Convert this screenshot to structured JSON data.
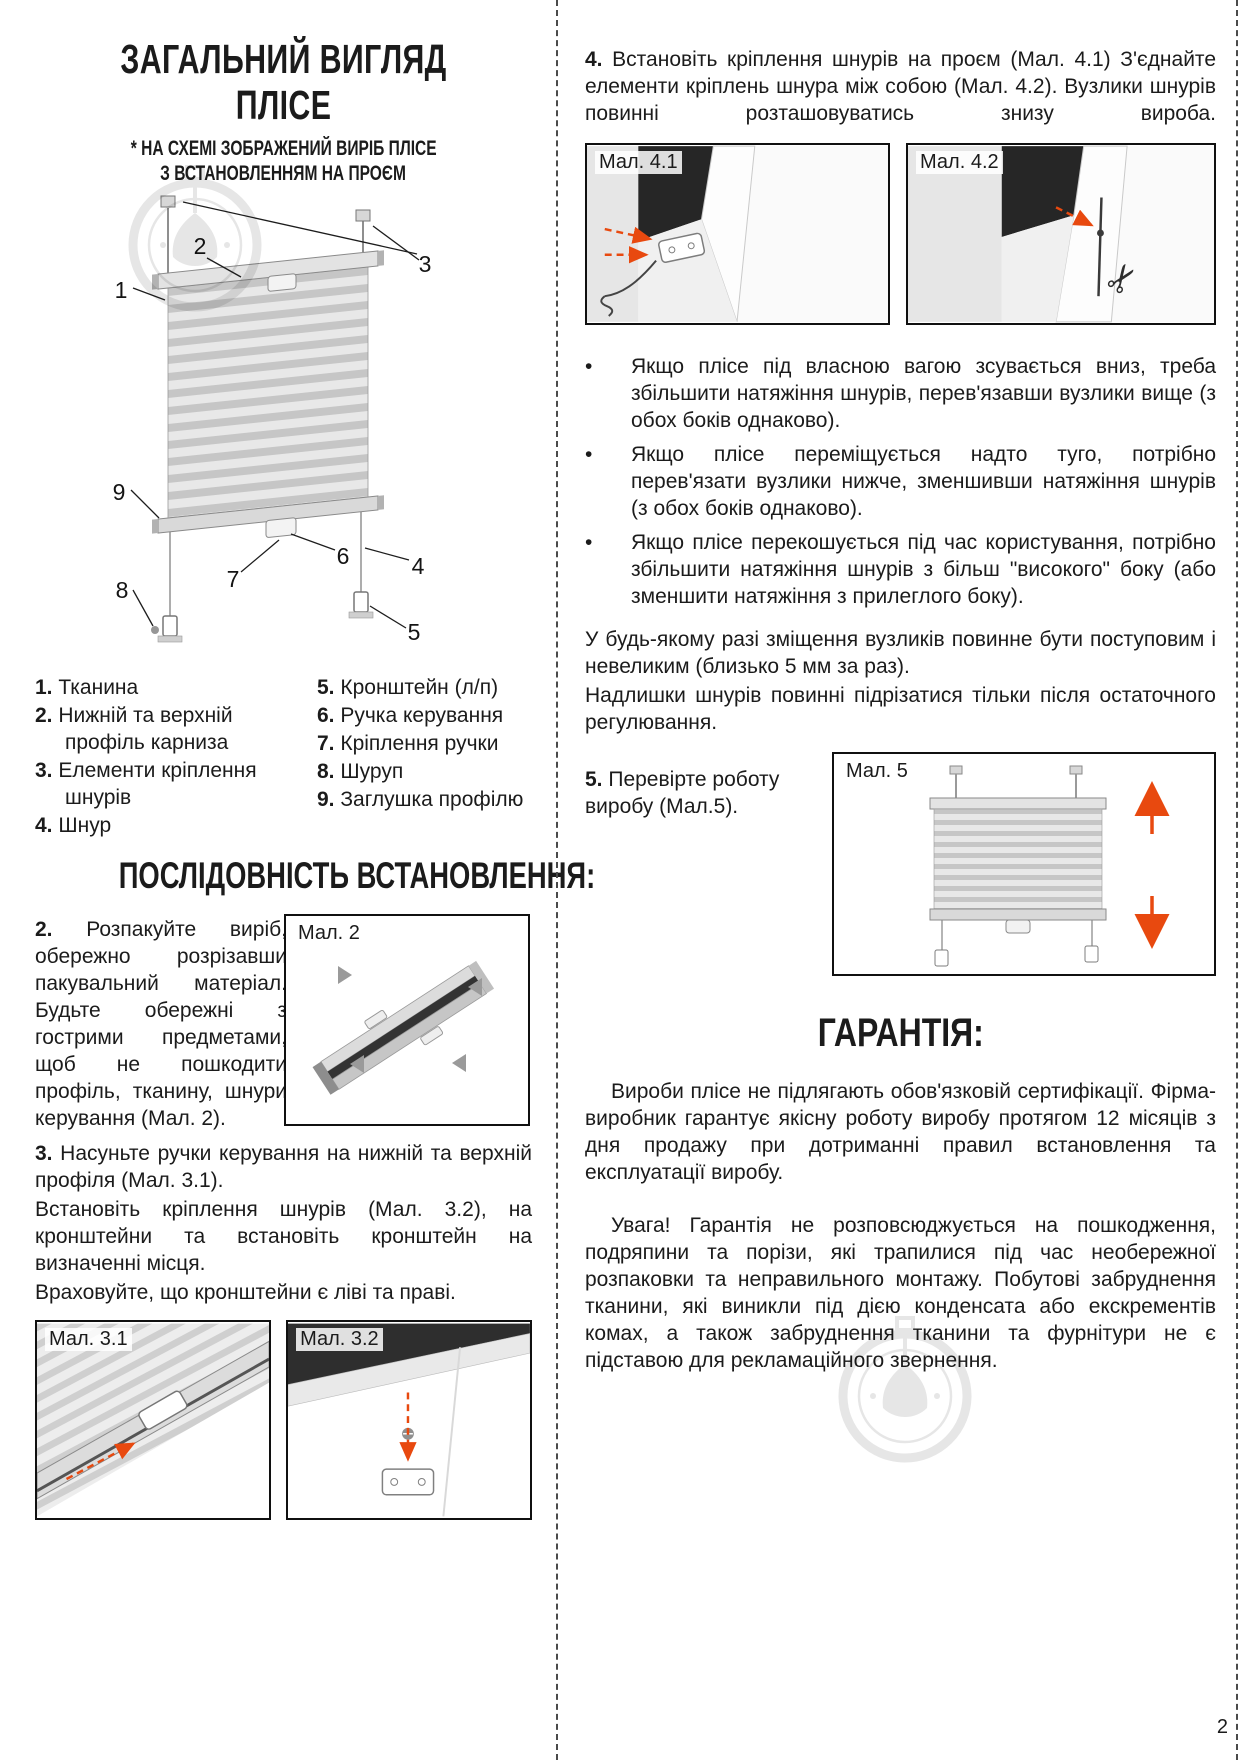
{
  "page": {
    "number": "2"
  },
  "colors": {
    "accent_red": "#e8490f",
    "watermark_gray": "#cdcdcd",
    "frame_dark": "#262626"
  },
  "icons": {
    "scissors": "✂",
    "bullet": "•"
  },
  "overview": {
    "title_line1": "ЗАГАЛЬНИЙ ВИГЛЯД",
    "title_line2": "ПЛІСЕ",
    "subtitle_line1": "* НА СХЕМІ ЗОБРАЖЕНИЙ ВИРІБ ПЛІСЕ",
    "subtitle_line2": "З ВСТАНОВЛЕННЯМ НА ПРОЄМ",
    "callouts": [
      "1",
      "2",
      "3",
      "4",
      "5",
      "6",
      "7",
      "8",
      "9"
    ],
    "legend_col1": [
      {
        "num": "1.",
        "text": "Тканина"
      },
      {
        "num": "2.",
        "text": "Нижній та верхній профіль карниза"
      },
      {
        "num": "3.",
        "text": "Елементи кріплення шнурів"
      },
      {
        "num": "4.",
        "text": "Шнур"
      }
    ],
    "legend_col2": [
      {
        "num": "5.",
        "text": "Кронштейн (л/п)"
      },
      {
        "num": "6.",
        "text": "Ручка керування"
      },
      {
        "num": "7.",
        "text": "Кріплення ручки"
      },
      {
        "num": "8.",
        "text": "Шуруп"
      },
      {
        "num": "9.",
        "text": "Заглушка профілю"
      }
    ]
  },
  "install": {
    "title": "ПОСЛІДОВНІСТЬ ВСТАНОВЛЕННЯ:",
    "step2_num": "2.",
    "step2_text": "Розпакуйте виріб, обережно розрізавши пакувальний матеріал. Будьте обережні з гострими предметами, щоб не пошкодити профіль, тканину, шнури керування (Мал. 2).",
    "fig2_label": "Мал. 2",
    "step3_num": "3.",
    "step3_line1": "Насуньте ручки керування на нижній та верхній профіля (Мал. 3.1).",
    "step3_line2": "Встановіть кріплення шнурів (Мал. 3.2), на кронштейни та встановіть кронштейн на визначенні місця.",
    "step3_line3": "Враховуйте, що кронштейни є ліві та праві.",
    "fig31_label": "Мал. 3.1",
    "fig32_label": "Мал. 3.2",
    "step4_num": "4.",
    "step4_text": "Встановіть кріплення шнурів на проєм (Мал. 4.1) З'єднайте елементи кріплень шнура між собою (Мал. 4.2). Вузлики шнурів повинні розташовуватись знизу вироба.",
    "fig41_label": "Мал. 4.1",
    "fig42_label": "Мал. 4.2",
    "bullets": [
      "Якщо плісе під власною вагою зсувається вниз, треба збільшити натяжіння шнурів, перев'язавши вузлики вище (з обох боків однаково).",
      "Якщо плісе переміщується надто туго, потрібно перев'язати вузлики нижче, зменшивши натяжіння шнурів (з обох боків однаково).",
      "Якщо плісе перекошується під час користування, потрібно збільшити натяжіння шнурів з більш \"високого\" боку (або зменшити натяжіння з прилеглого боку)."
    ],
    "note_line1": "У будь-якому разі зміщення вузликів повинне бути поступовим і невеликим (близько 5 мм за раз).",
    "note_line2": "Надлишки шнурів повинні підрізатися тільки після остаточного регулювання.",
    "step5_num": "5.",
    "step5_text": "Перевірте роботу виробу (Мал.5).",
    "fig5_label": "Мал. 5"
  },
  "warranty": {
    "title": "ГАРАНТІЯ:",
    "para1": "Вироби плісе не підлягають обов'язковій сертифікації. Фірма-виробник гарантує якісну роботу виробу протягом 12 місяців з дня продажу при дотриманні правил встановлення та експлуатації виробу.",
    "para2": "Увага! Гарантія не розповсюджується на пошкодження, подряпини та порізи, які трапилися під час необережної розпаковки та неправильного монтажу. Побутові забруднення тканини, які виникли під дією конденсата або екскрементів комах, а також забруднення тканини та фурнітури не є підставою для рекламаційного звернення."
  }
}
